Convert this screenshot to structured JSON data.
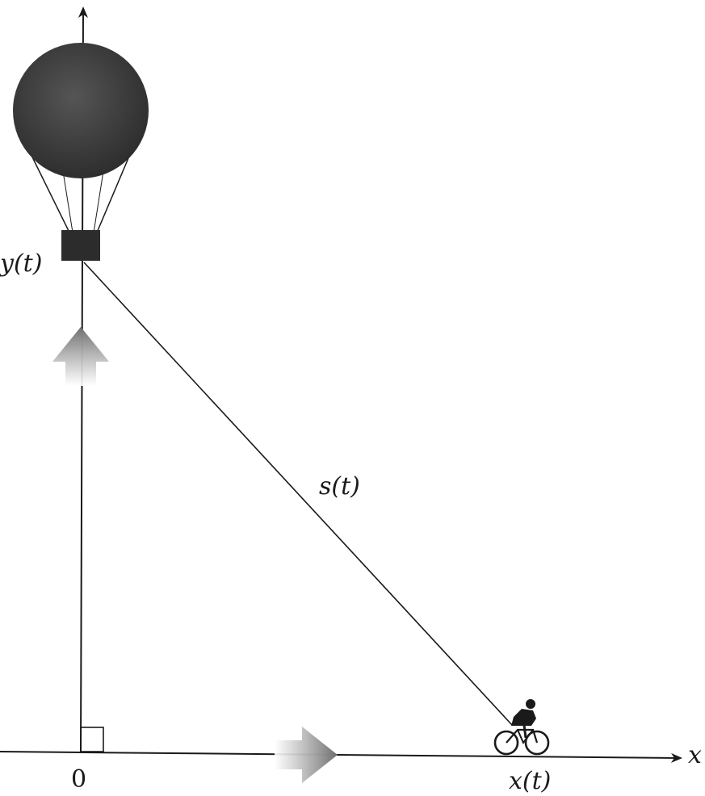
{
  "diagram": {
    "labels": {
      "y_value": "y(t)",
      "hypotenuse": "s(t)",
      "origin": "0",
      "x_value": "x(t)",
      "x_axis": "x"
    },
    "objects": {
      "balloon": "hot-air-balloon",
      "cyclist": "cyclist-on-bicycle",
      "up_motion": "up-arrow",
      "right_motion": "right-arrow",
      "right_angle": "right-angle-marker"
    }
  }
}
